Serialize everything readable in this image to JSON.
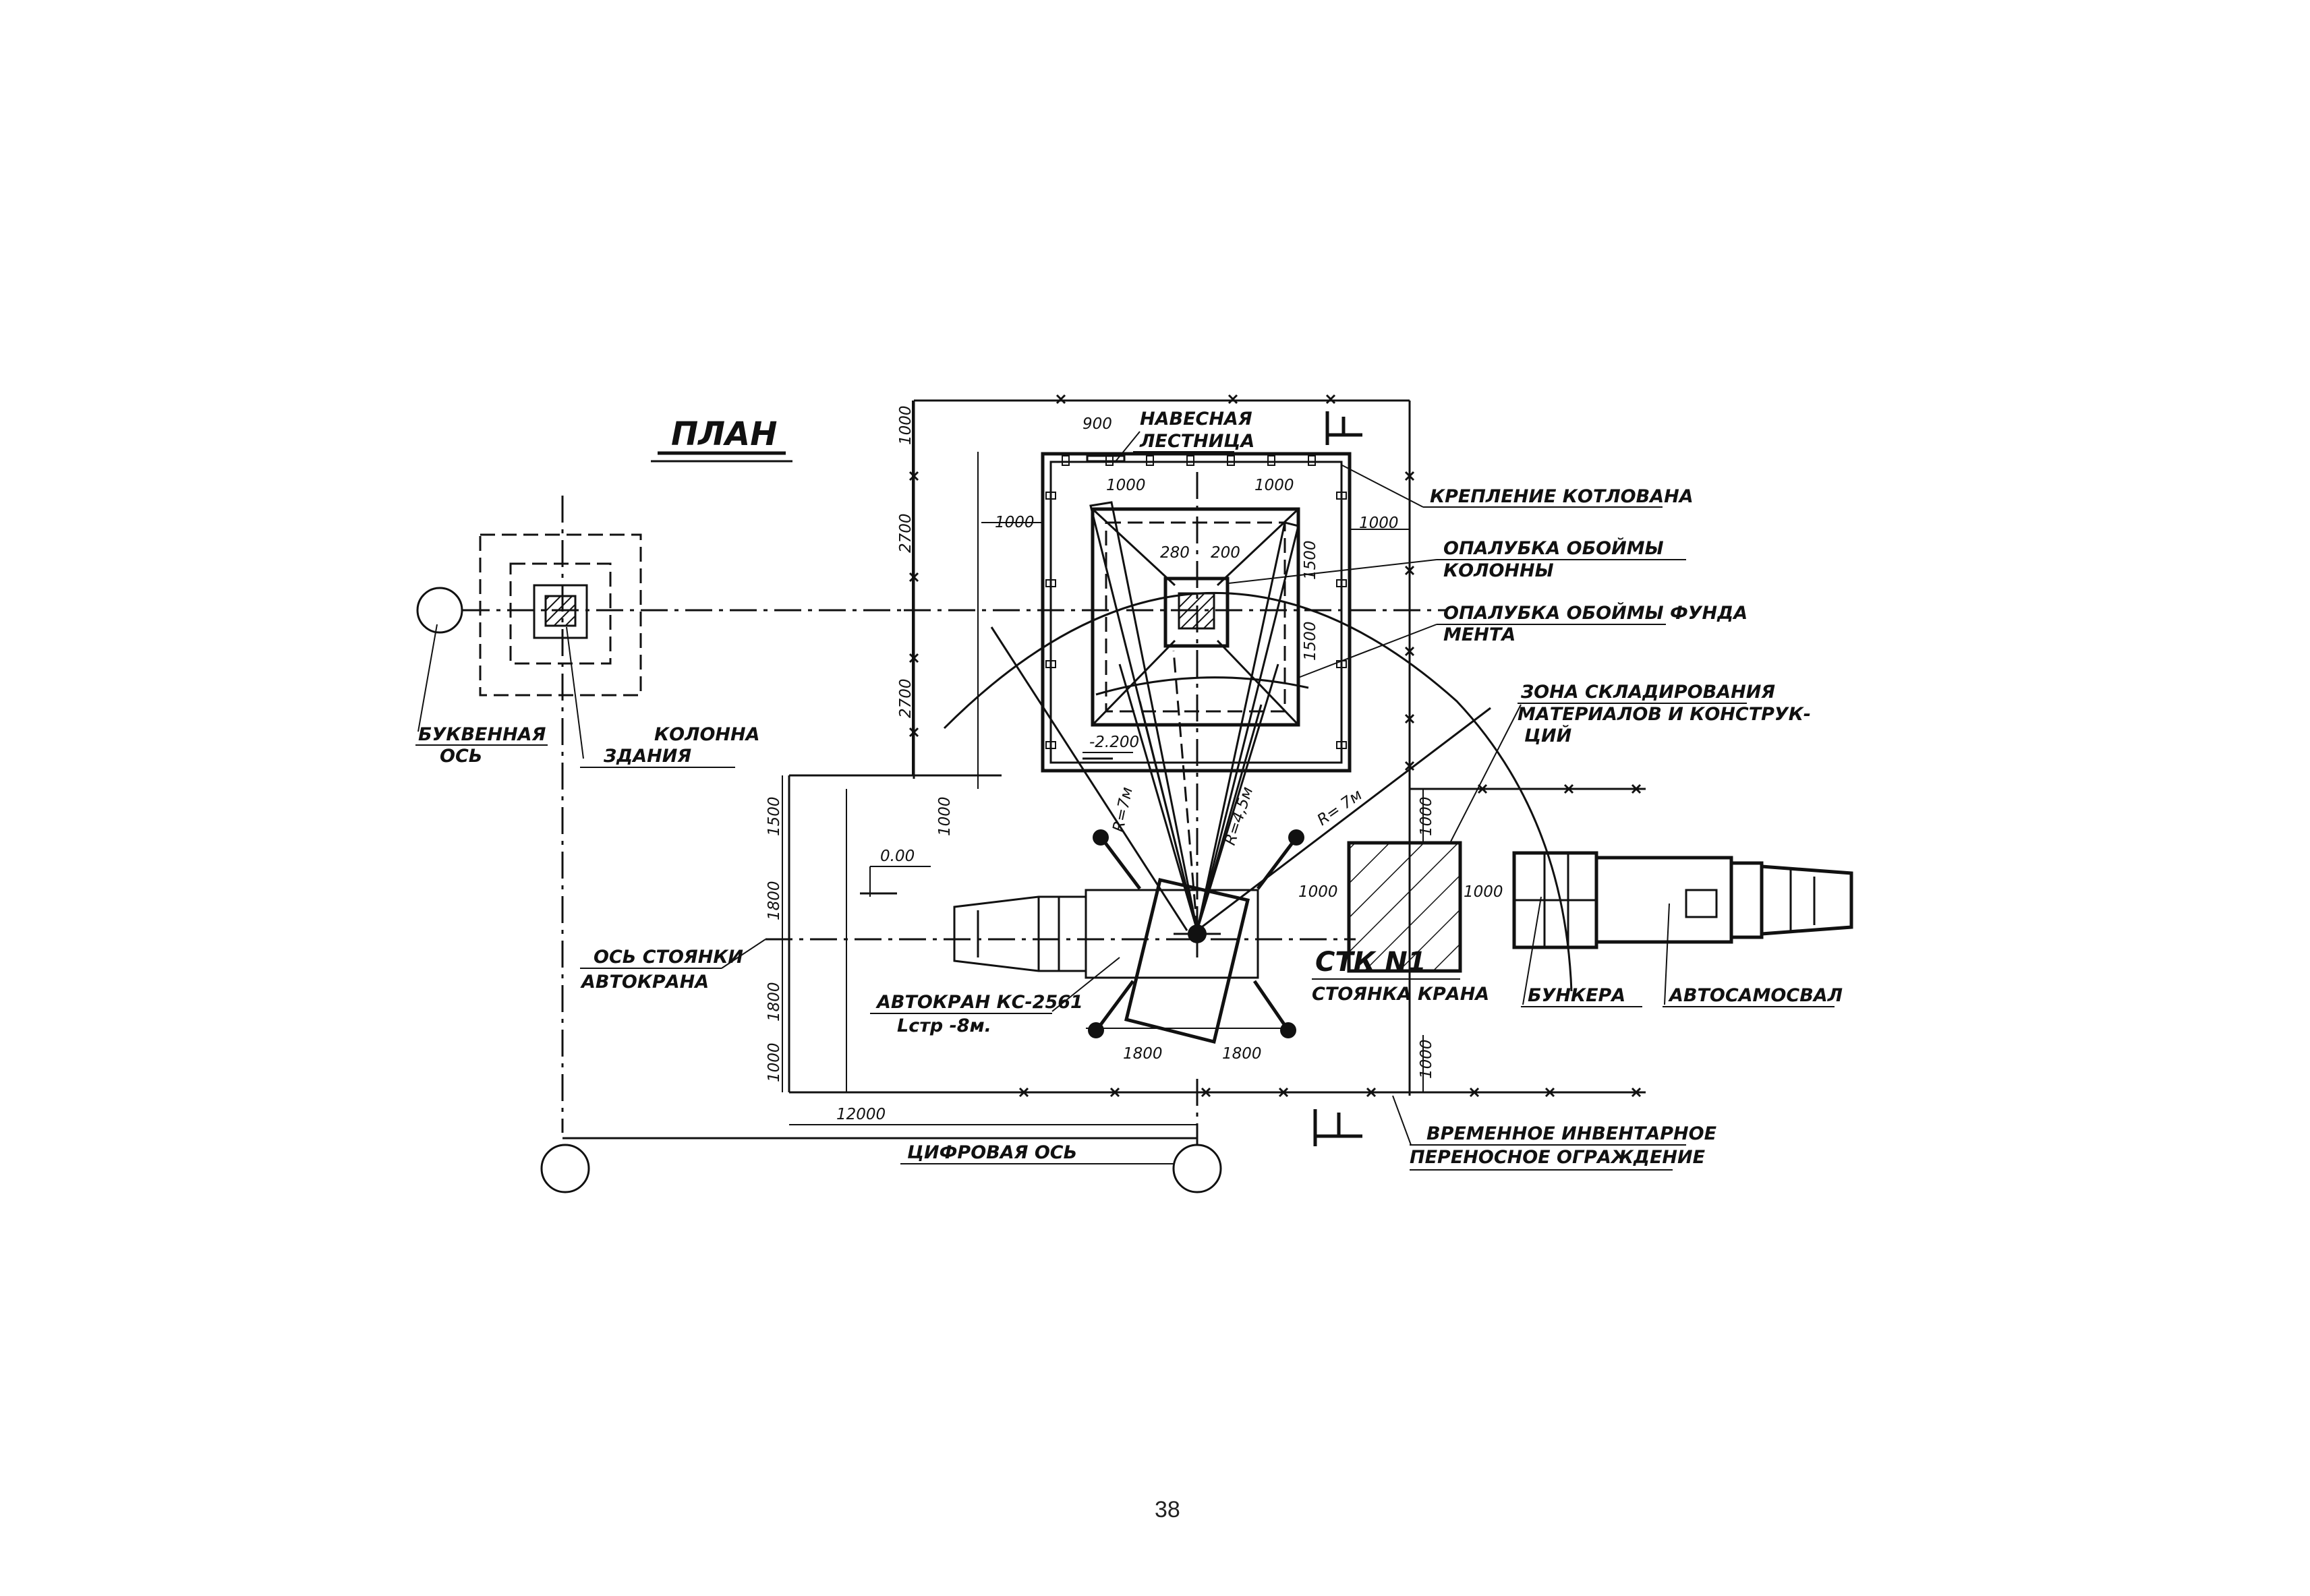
{
  "title": "ПЛАН",
  "page_number": "38",
  "labels": {
    "hanging_ladder_1": "НАВЕСНАЯ",
    "hanging_ladder_2": "ЛЕСТНИЦА",
    "pit_support": "КРЕПЛЕНИЕ КОТЛОВАНА",
    "column_formwork_1": "ОПАЛУБКА ОБОЙМЫ",
    "column_formwork_2": "КОЛОННЫ",
    "foundation_formwork_1": "ОПАЛУБКА ОБОЙМЫ ФУНДА",
    "foundation_formwork_2": "МЕНТА",
    "storage_zone_1": "ЗОНА СКЛАДИРОВАНИЯ",
    "storage_zone_2": "МАТЕРИАЛОВ И КОНСТРУК-",
    "storage_zone_3": "ЦИЙ",
    "letter_axis_1": "БУКВЕННАЯ",
    "letter_axis_2": "ОСЬ",
    "building_column_1": "КОЛОННА",
    "building_column_2": "ЗДАНИЯ",
    "crane_axis_1": "ОСЬ СТОЯНКИ",
    "crane_axis_2": "АВТОКРАНА",
    "crane_model": "АВТОКРАН КС-2561",
    "boom_length": "Lстр -8м.",
    "stand_id": "СТК N1",
    "stand_name": "СТОЯНКА КРАНА",
    "hoppers": "БУНКЕРА",
    "dump_truck": "АВТОСАМОСВАЛ",
    "digit_axis": "ЦИФРОВАЯ ОСЬ",
    "fence_1": "ВРЕМЕННОЕ ИНВЕНТАРНОЕ",
    "fence_2": "ПЕРЕНОСНОЕ ОГРАЖДЕНИЕ",
    "elevation_zero": "0.00",
    "elevation_pit": "-2.200"
  },
  "dimensions": {
    "d900": "900",
    "d1000": "1000",
    "d1500": "1500",
    "d1800": "1800",
    "d2700": "2700",
    "d12000": "12000",
    "d280": "280",
    "d200": "200",
    "r7a": "R=7м",
    "r45": "R=4,5м",
    "r7b": "R= 7м"
  }
}
